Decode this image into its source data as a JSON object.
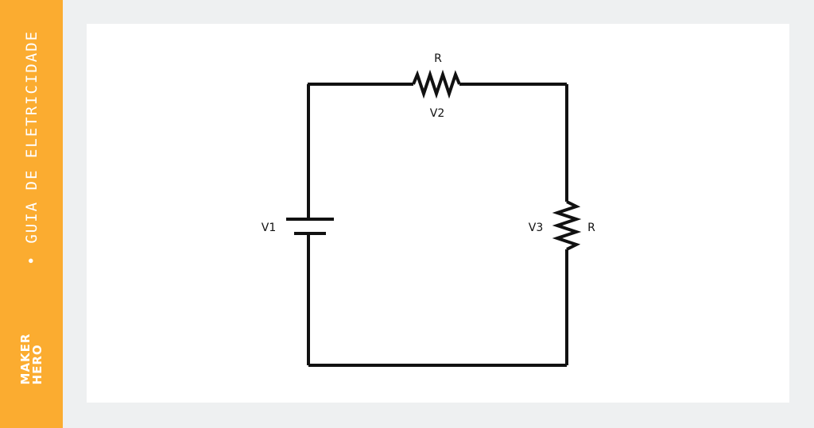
{
  "sidebar": {
    "tagline": "GUIA DE ELETRICIDADE",
    "bullet": "•",
    "logo_line1": "MAKER",
    "logo_line2": "HERO",
    "color": "#fbac30"
  },
  "diagram": {
    "labels": {
      "top_resistor_name": "R",
      "top_resistor_voltage": "V2",
      "right_resistor_voltage": "V3",
      "right_resistor_name": "R",
      "battery_voltage": "V1"
    },
    "wire_color": "#111111",
    "components": [
      "battery",
      "resistor",
      "resistor"
    ]
  }
}
